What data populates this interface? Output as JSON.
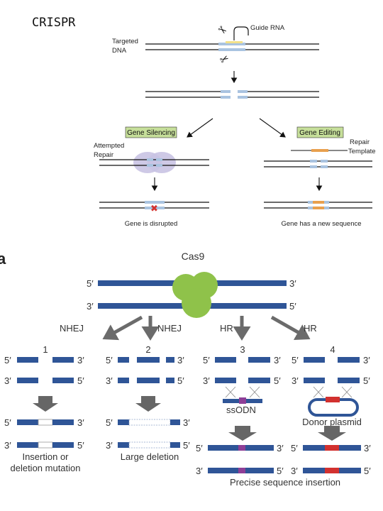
{
  "top": {
    "title": "CRISPR",
    "guide_rna": "Guide RNA",
    "targeted_dna": [
      "Targeted",
      "DNA"
    ],
    "gene_silencing": "Gene Silencing",
    "gene_editing": "Gene Editing",
    "attempted_repair": [
      "Attempted",
      "Repair"
    ],
    "repair_template": [
      "Repair",
      "Template"
    ],
    "gene_disrupted": "Gene is disrupted",
    "gene_new_sequence": "Gene has a new sequence"
  },
  "bottom": {
    "panel_letter": "a",
    "cas9": "Cas9",
    "five_prime": "5′",
    "three_prime": "3′",
    "pathways": [
      "NHEJ",
      "NHEJ",
      "HR",
      "HR"
    ],
    "numbers": [
      "1",
      "2",
      "3",
      "4"
    ],
    "ssodn": "ssODN",
    "donor_plasmid": "Donor plasmid",
    "insertion_deletion": [
      "Insertion or",
      "deletion mutation"
    ],
    "large_deletion": "Large deletion",
    "precise_insertion": "Precise sequence insertion"
  },
  "colors": {
    "dna_blue": "#2f5597",
    "light_blue": "#a9c3e0",
    "cas9_green": "#8fc24a",
    "insert_purple": "#8e3f97",
    "insert_red": "#d2312f",
    "arrow_gray": "#666666",
    "box_green": "#c6df9a",
    "cloud_purple": "#c9c3e3",
    "orange": "#e8a04e"
  }
}
